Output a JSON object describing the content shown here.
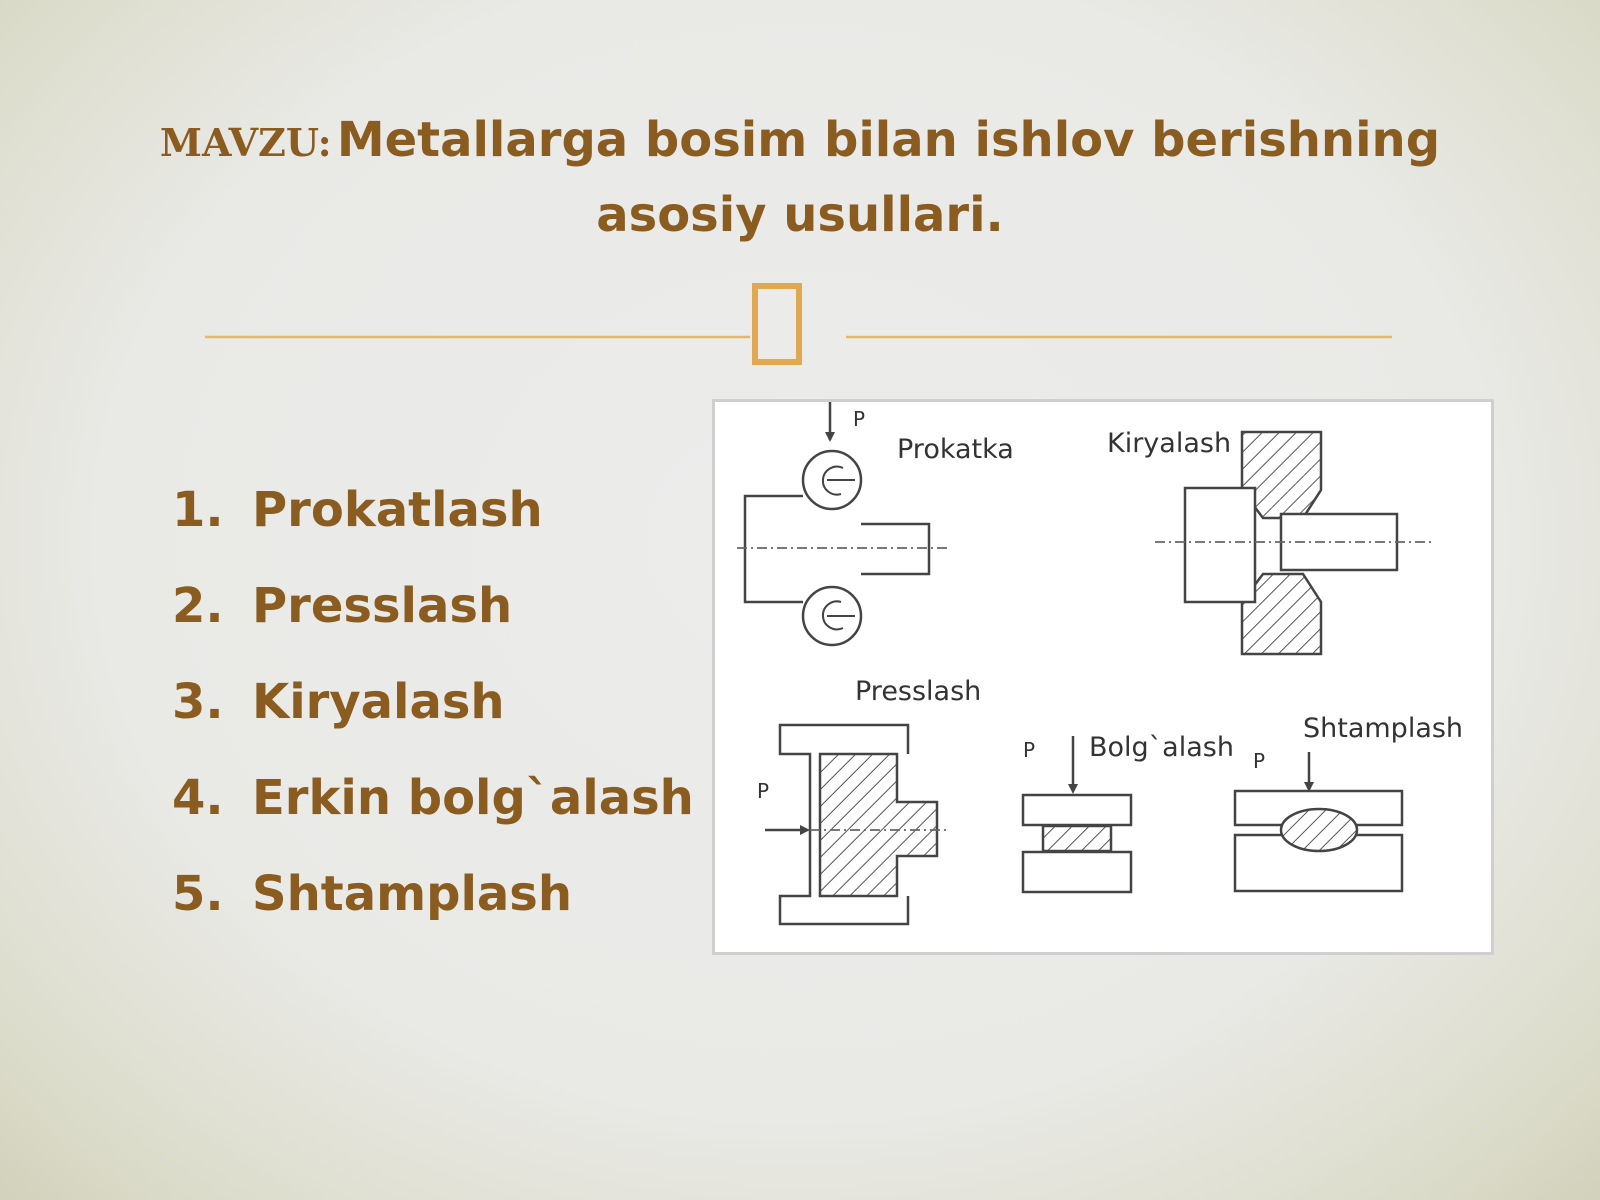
{
  "title": {
    "prefix": "MAVZU:",
    "text_line1": "Metallarga bosim bilan ishlov berishning",
    "text_line2": "asosiy usullari."
  },
  "divider": {
    "accent_color": "#e2b96a",
    "ornament_color": "#e0a850"
  },
  "methods": [
    {
      "number": "1.",
      "label": "Prokatlash"
    },
    {
      "number": "2.",
      "label": "Presslash"
    },
    {
      "number": "3.",
      "label": "Kiryalash"
    },
    {
      "number": "4.",
      "label": "Erkin bolg`alash"
    },
    {
      "number": "5.",
      "label": "Shtamplash"
    }
  ],
  "figure": {
    "labels": {
      "prokatka": "Prokatka",
      "kiryalash": "Kiryalash",
      "presslash": "Presslash",
      "bolgalash": "Bolg`alash",
      "shtamplash": "Shtamplash",
      "force_symbol": "P"
    }
  },
  "colors": {
    "text_brown": "#8a5c20",
    "background": "#e9e9e6"
  }
}
